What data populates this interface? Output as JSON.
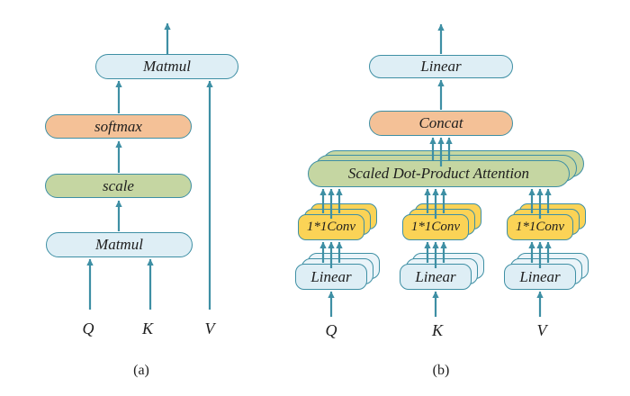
{
  "figure": {
    "type": "architecture-diagram",
    "description": "Attention mechanism block diagrams"
  },
  "colors": {
    "stroke": "#3E8FA4",
    "box_blue": "#DEEEF5",
    "box_blue_back": "#EAF4F9",
    "box_orange": "#F4C197",
    "box_green": "#C5D6A2",
    "box_yellow": "#FBD356",
    "text": "#1E1E1E"
  },
  "diagram_a": {
    "caption": "(a)",
    "nodes": {
      "matmul_top": "Matmul",
      "softmax": "softmax",
      "scale": "scale",
      "matmul_bottom": "Matmul"
    },
    "inputs": {
      "q": "Q",
      "k": "K",
      "v": "V"
    }
  },
  "diagram_b": {
    "caption": "(b)",
    "nodes": {
      "linear_top": "Linear",
      "concat": "Concat",
      "attention": "Scaled Dot-Product Attention",
      "conv": "1*1Conv",
      "linear": "Linear"
    },
    "inputs": {
      "q": "Q",
      "k": "K",
      "v": "V"
    },
    "stack_depth": 3
  }
}
